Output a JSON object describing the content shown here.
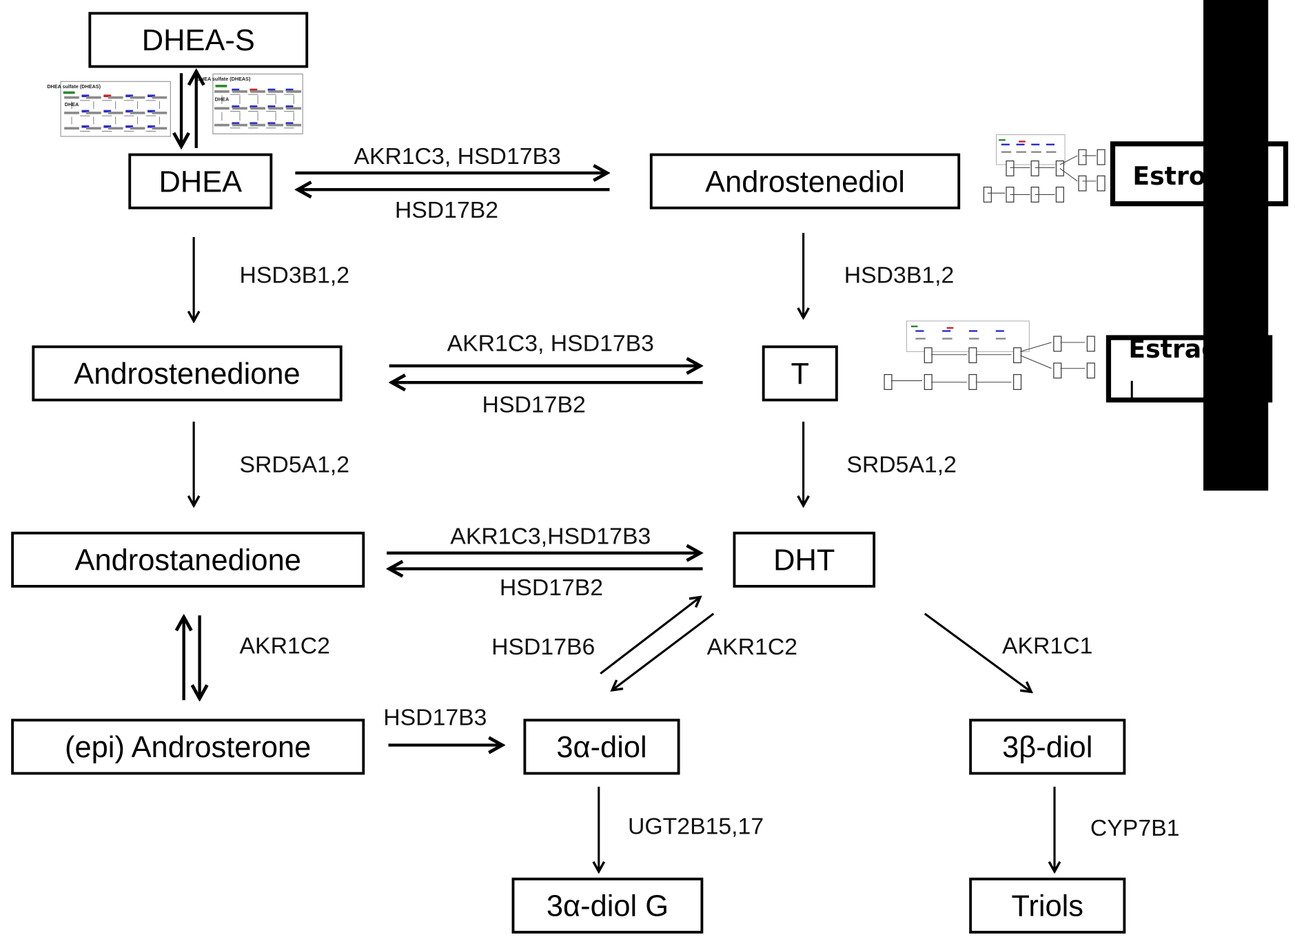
{
  "diagram": {
    "title": "Androgen metabolism pathway",
    "nodes": {
      "dheas": "DHEA-S",
      "dhea": "DHEA",
      "androstenediol": "Androstenediol",
      "androstenedione": "Androstenedione",
      "t": "T",
      "androstanedione": "Androstanedione",
      "dht": "DHT",
      "epi_androsterone": "(epi) Androsterone",
      "diol3a": "3α-diol",
      "diol3b": "3β-diol",
      "diol3a_g": "3α-diol G",
      "triols": "Triols"
    },
    "enzymes": {
      "dhea_to_androstenediol": "AKR1C3, HSD17B3",
      "androstenediol_to_dhea": "HSD17B2",
      "dhea_to_androstenedione": "HSD3B1,2",
      "androstenediol_to_t": "HSD3B1,2",
      "androstenedione_to_t": "AKR1C3, HSD17B3",
      "t_to_androstenedione": "HSD17B2",
      "androstenedione_to_androstanedione": "SRD5A1,2",
      "t_to_dht": "SRD5A1,2",
      "androstanedione_to_dht": "AKR1C3,HSD17B3",
      "dht_to_androstanedione": "HSD17B2",
      "androstanedione_androsterone": "AKR1C2",
      "diol3a_to_dht": "HSD17B6",
      "dht_to_diol3a": "AKR1C2",
      "dht_to_diol3b": "AKR1C1",
      "androsterone_to_diol3a": "HSD17B3",
      "diol3a_to_glucuronide": "UGT2B15,17",
      "diol3b_to_triols": "CYP7B1"
    },
    "overlay": {
      "estrone_partial": "Estron",
      "estradiol_partial": "Estrad"
    },
    "thumbnails": {
      "left_1_title": "DHEA sulfate (DHEAS)",
      "left_1_node": "DHEA",
      "left_2_title": "DHEA sulfate (DHEAS)",
      "left_2_node": "DHEA"
    }
  }
}
